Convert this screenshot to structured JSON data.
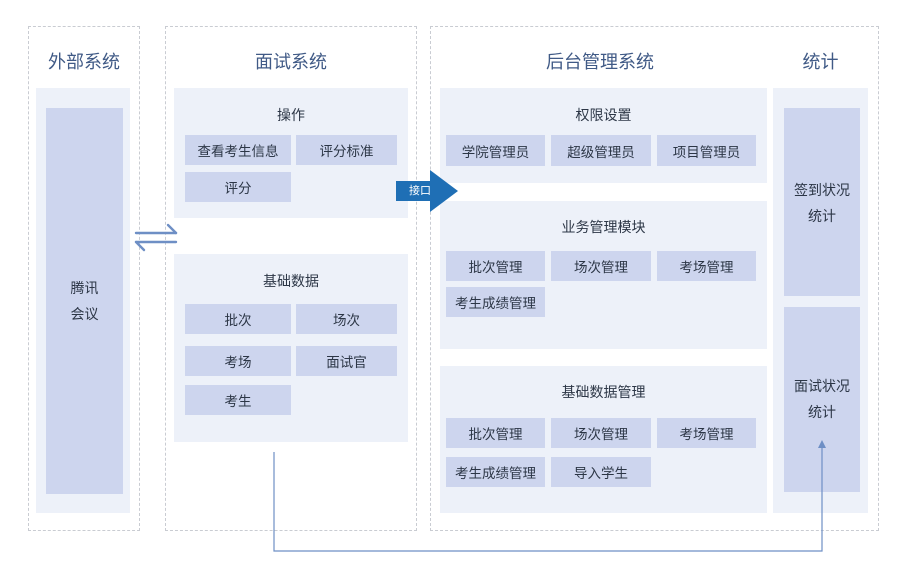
{
  "columns": {
    "external": "外部系统",
    "interview": "面试系统",
    "backend": "后台管理系统",
    "stats": "统计"
  },
  "external": {
    "tencent_meeting": "腾讯\n会议"
  },
  "interview": {
    "operations": {
      "title": "操作",
      "items": [
        "查看考生信息",
        "评分标准",
        "评分"
      ]
    },
    "base_data": {
      "title": "基础数据",
      "items": [
        "批次",
        "场次",
        "考场",
        "面试官",
        "考生"
      ]
    }
  },
  "api_label": "接口",
  "backend": {
    "permissions": {
      "title": "权限设置",
      "items": [
        "学院管理员",
        "超级管理员",
        "项目管理员"
      ]
    },
    "business": {
      "title": "业务管理模块",
      "items": [
        "批次管理",
        "场次管理",
        "考场管理",
        "考生成绩管理"
      ]
    },
    "base_mgmt": {
      "title": "基础数据管理",
      "items": [
        "批次管理",
        "场次管理",
        "考场管理",
        "考生成绩管理",
        "导入学生"
      ]
    }
  },
  "stats": {
    "sign_in": "签到状况\n统计",
    "interview": "面试状况\n统计"
  },
  "colors": {
    "arrow": "#1f6fb5",
    "connector": "#6e8fc5",
    "chip": "#cdd5ee",
    "panel": "#edf1f9",
    "title": "#405a86"
  }
}
